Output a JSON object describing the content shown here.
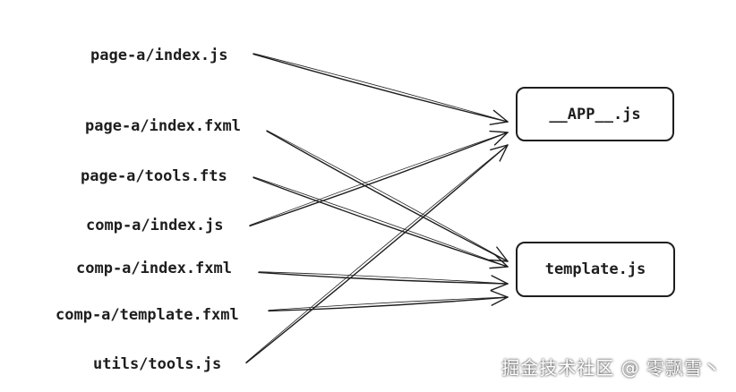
{
  "sources": [
    {
      "id": "s0",
      "label": "page-a/index.js"
    },
    {
      "id": "s1",
      "label": "page-a/index.fxml"
    },
    {
      "id": "s2",
      "label": "page-a/tools.fts"
    },
    {
      "id": "s3",
      "label": "comp-a/index.js"
    },
    {
      "id": "s4",
      "label": "comp-a/index.fxml"
    },
    {
      "id": "s5",
      "label": "comp-a/template.fxml"
    },
    {
      "id": "s6",
      "label": "utils/tools.js"
    }
  ],
  "targets": [
    {
      "id": "app",
      "label": "__APP__.js"
    },
    {
      "id": "template",
      "label": "template.js"
    }
  ],
  "edges": [
    {
      "from": "page-a/index.js",
      "to": "__APP__.js"
    },
    {
      "from": "page-a/index.fxml",
      "to": "template.js"
    },
    {
      "from": "page-a/tools.fts",
      "to": "template.js"
    },
    {
      "from": "comp-a/index.js",
      "to": "__APP__.js"
    },
    {
      "from": "comp-a/index.fxml",
      "to": "template.js"
    },
    {
      "from": "comp-a/template.fxml",
      "to": "template.js"
    },
    {
      "from": "utils/tools.js",
      "to": "__APP__.js"
    }
  ],
  "watermark": "掘金技术社区 @ 零飘雪丶",
  "colors": {
    "stroke": "#1e1e1e",
    "background": "#ffffff"
  }
}
